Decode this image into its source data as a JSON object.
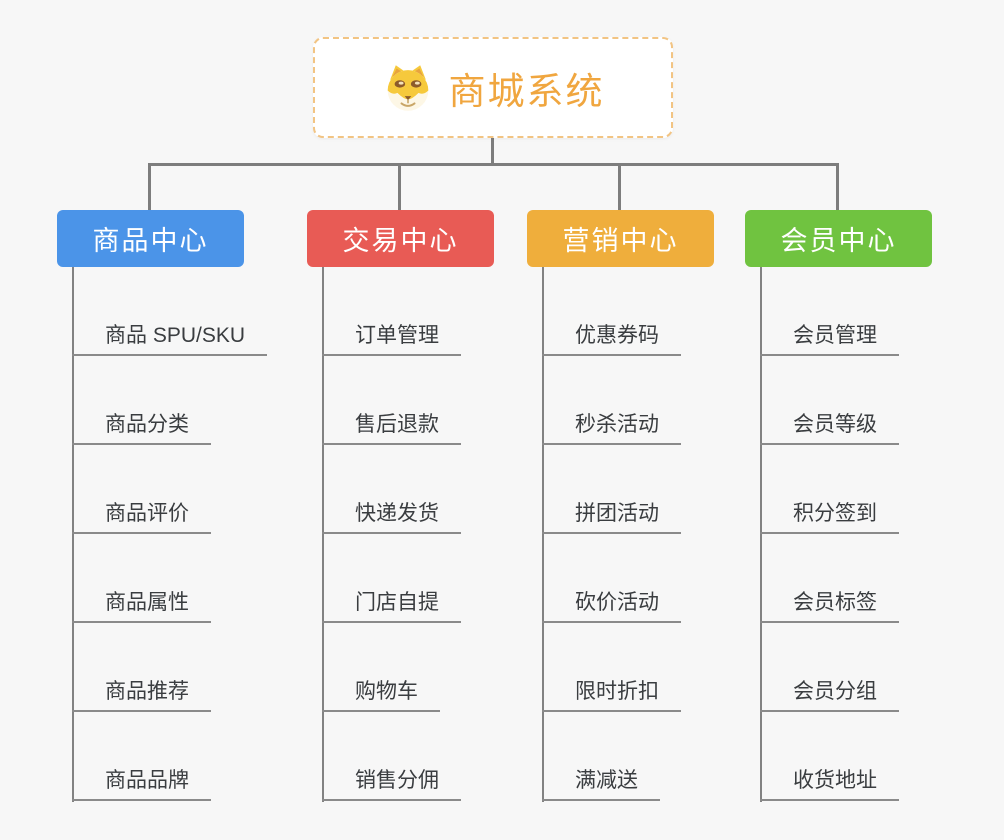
{
  "root": {
    "title": "商城系统",
    "icon": "shiba-dog-icon"
  },
  "colors": {
    "accent_orange": "#f0a63f",
    "root_border": "#f2c483",
    "connector_gray": "#7d7d7d",
    "canvas_background": "#f7f7f7"
  },
  "branches": [
    {
      "label": "商品中心",
      "color": "#4b94e8",
      "children": [
        "商品 SPU/SKU",
        "商品分类",
        "商品评价",
        "商品属性",
        "商品推荐",
        "商品品牌"
      ]
    },
    {
      "label": "交易中心",
      "color": "#e85b55",
      "children": [
        "订单管理",
        "售后退款",
        "快递发货",
        "门店自提",
        "购物车",
        "销售分佣"
      ]
    },
    {
      "label": "营销中心",
      "color": "#efae3c",
      "children": [
        "优惠券码",
        "秒杀活动",
        "拼团活动",
        "砍价活动",
        "限时折扣",
        "满减送"
      ]
    },
    {
      "label": "会员中心",
      "color": "#70c340",
      "children": [
        "会员管理",
        "会员等级",
        "积分签到",
        "会员标签",
        "会员分组",
        "收货地址"
      ]
    }
  ]
}
